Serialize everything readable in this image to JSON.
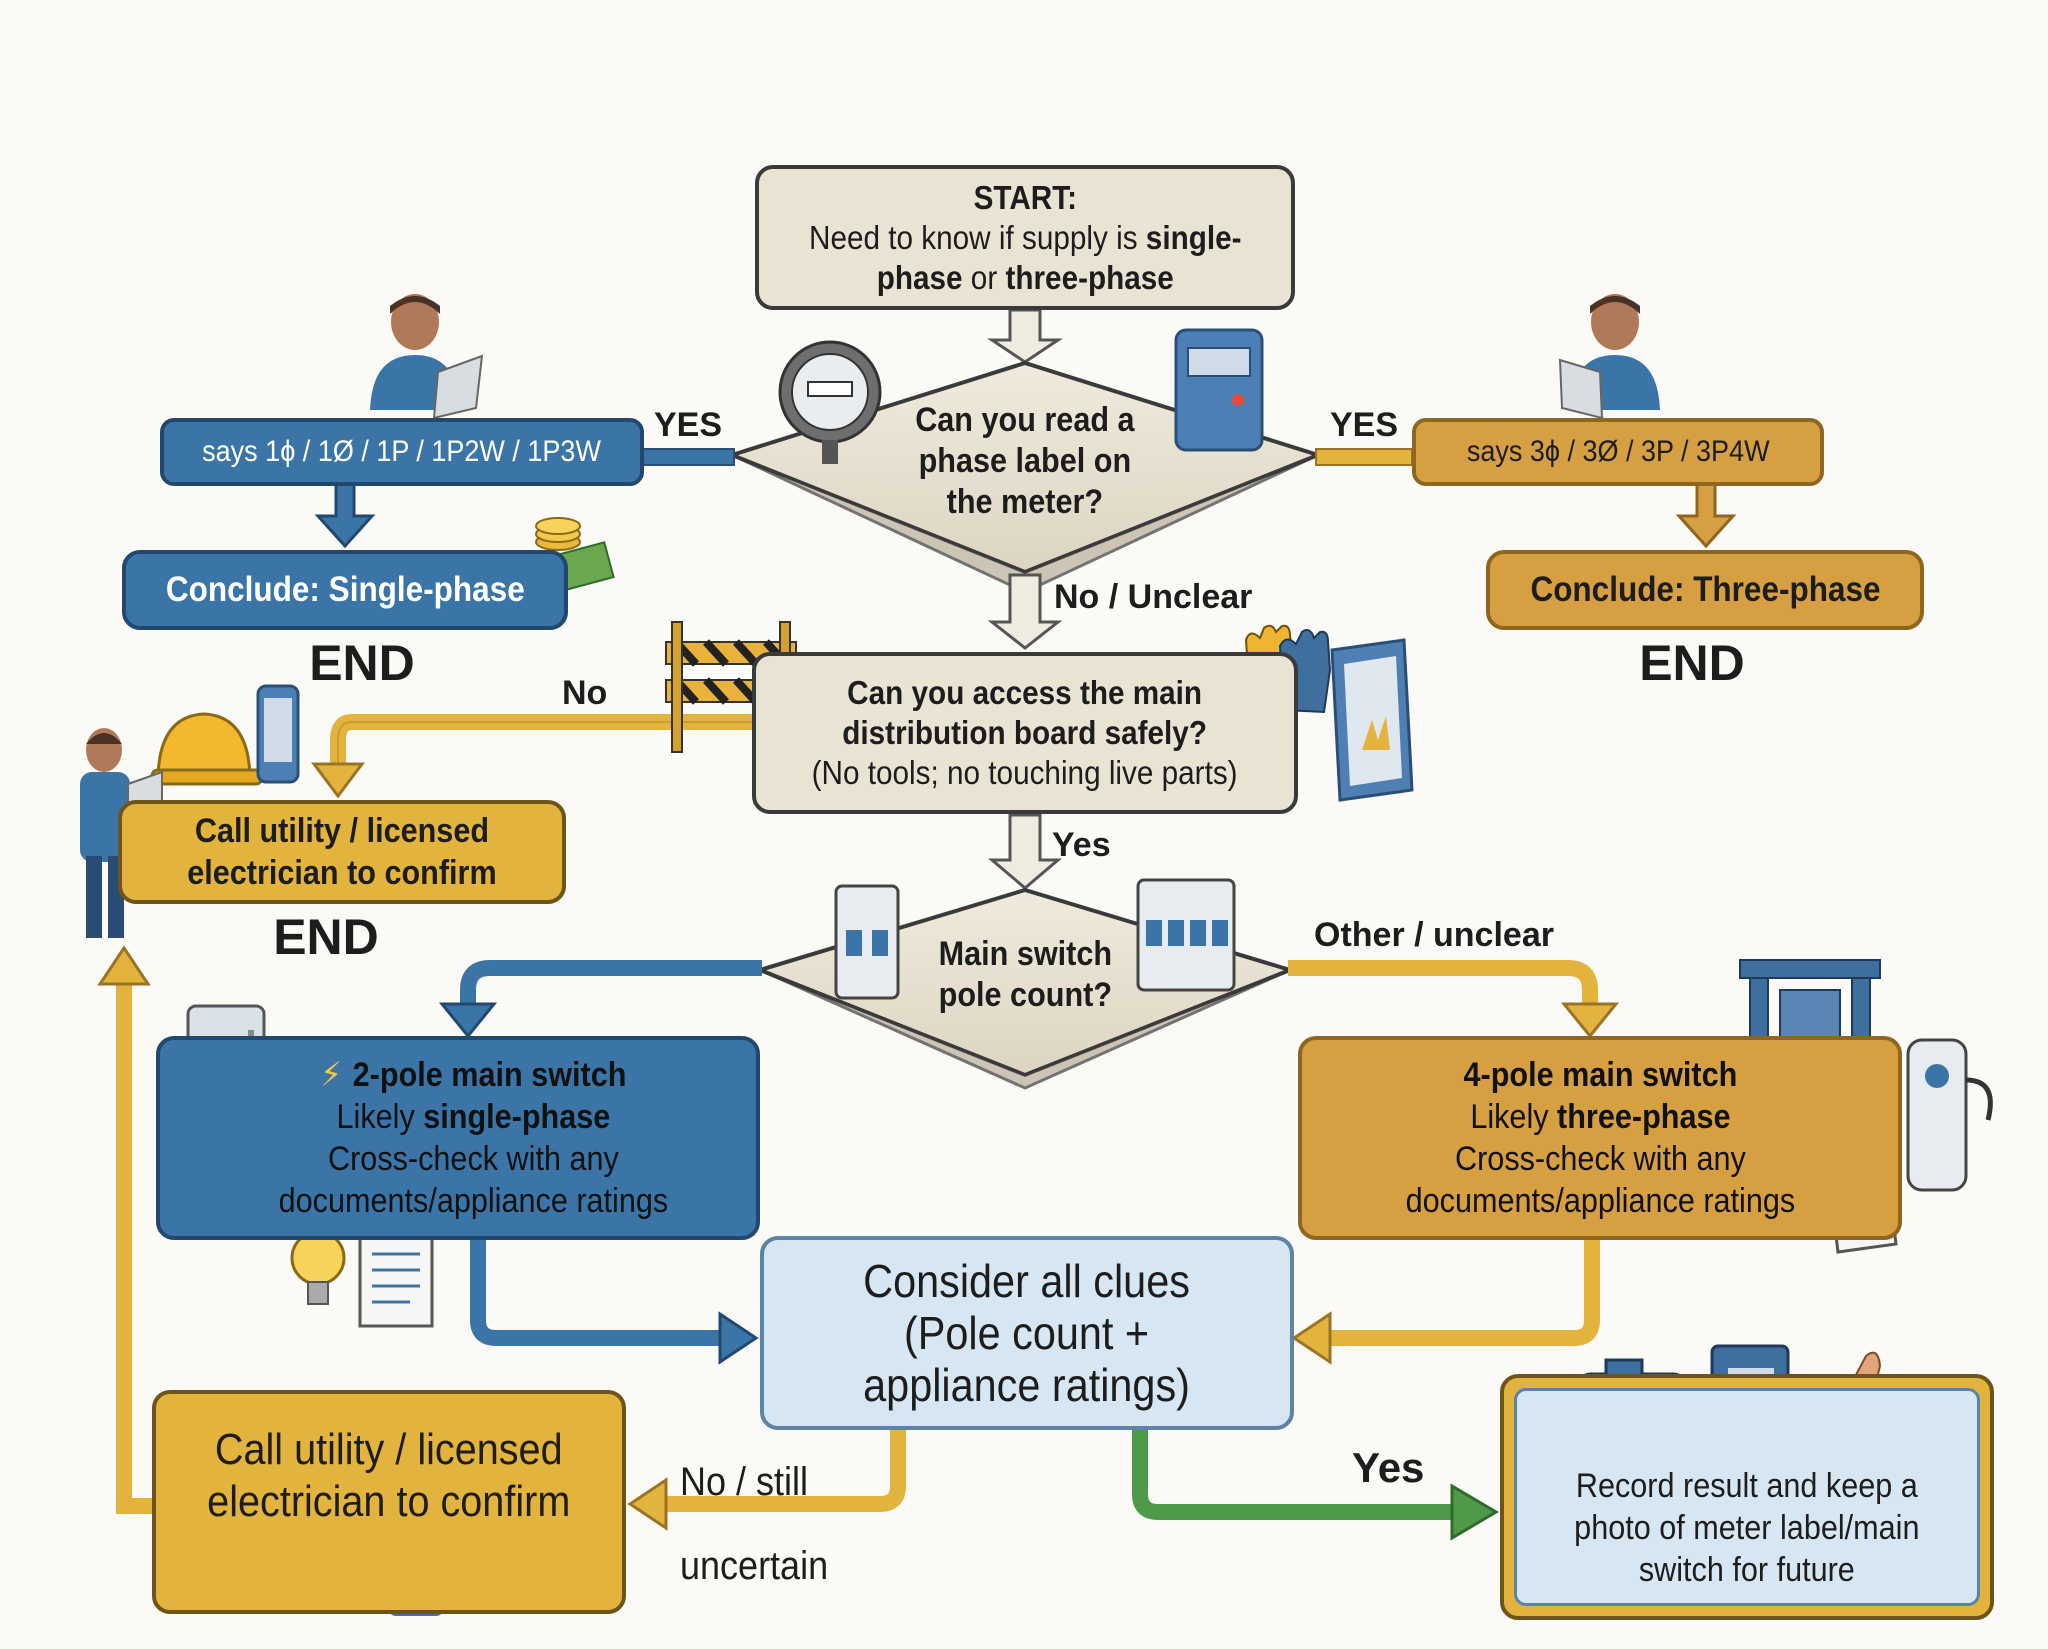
{
  "start": {
    "label": "START:",
    "line1_pre": "Need to know if supply is ",
    "line1_bold": "single-",
    "line2_bold": "phase",
    "line2_mid": " or ",
    "line2_bold2": "three-phase"
  },
  "q_meter": {
    "line1": "Can you read a",
    "line2": "phase label on",
    "line3": "the meter?"
  },
  "single_label": {
    "text": "says 1ϕ / 1Ø / 1P / 1P2W / 1P3W",
    "branch": "YES"
  },
  "three_label": {
    "text": "says 3ϕ / 3Ø / 3P / 3P4W",
    "branch": "YES"
  },
  "conclude_single": "Conclude: Single-phase",
  "conclude_three": "Conclude: Three-phase",
  "end_text": "END",
  "no_unclear": "No / Unclear",
  "q_board": {
    "line1": "Can you access the main",
    "line2": "distribution board safely?",
    "line3": "(No tools; no touching live parts)"
  },
  "no_label": "No",
  "call_top": {
    "line1": "Call utility / licensed",
    "line2": "electrician to confirm"
  },
  "yes_label": "Yes",
  "q_switch": {
    "line1": "Main switch",
    "line2": "pole count?"
  },
  "other_unclear": "Other / unclear",
  "two_pole": {
    "title": "2-pole main switch",
    "likely_pre": "Likely ",
    "likely_bold": "single-phase",
    "line3": "Cross-check with any",
    "line4": "documents/appliance ratings"
  },
  "four_pole": {
    "title": "4-pole main switch",
    "likely_pre": "Likely ",
    "likely_bold": "three-phase",
    "line3": "Cross-check with any",
    "line4": "documents/appliance ratings"
  },
  "consider": {
    "line1": "Consider all clues",
    "line2": "(Pole count +",
    "line3": "appliance ratings)"
  },
  "no_still": {
    "line1": "No / still",
    "line2": "uncertain"
  },
  "yes_final": "Yes",
  "call_bottom": {
    "line1": "Call utility / licensed",
    "line2": "electrician to confirm"
  },
  "record": {
    "line1": "Record result and keep a",
    "line2": "photo of meter label/main",
    "line3": "switch for future"
  },
  "colors": {
    "blue": "#3b75a8",
    "gold": "#e2b33d",
    "amber": "#d59f42",
    "beige": "#e9e3d3",
    "lightblue": "#d7e6f3",
    "green": "#4f9a4a"
  }
}
